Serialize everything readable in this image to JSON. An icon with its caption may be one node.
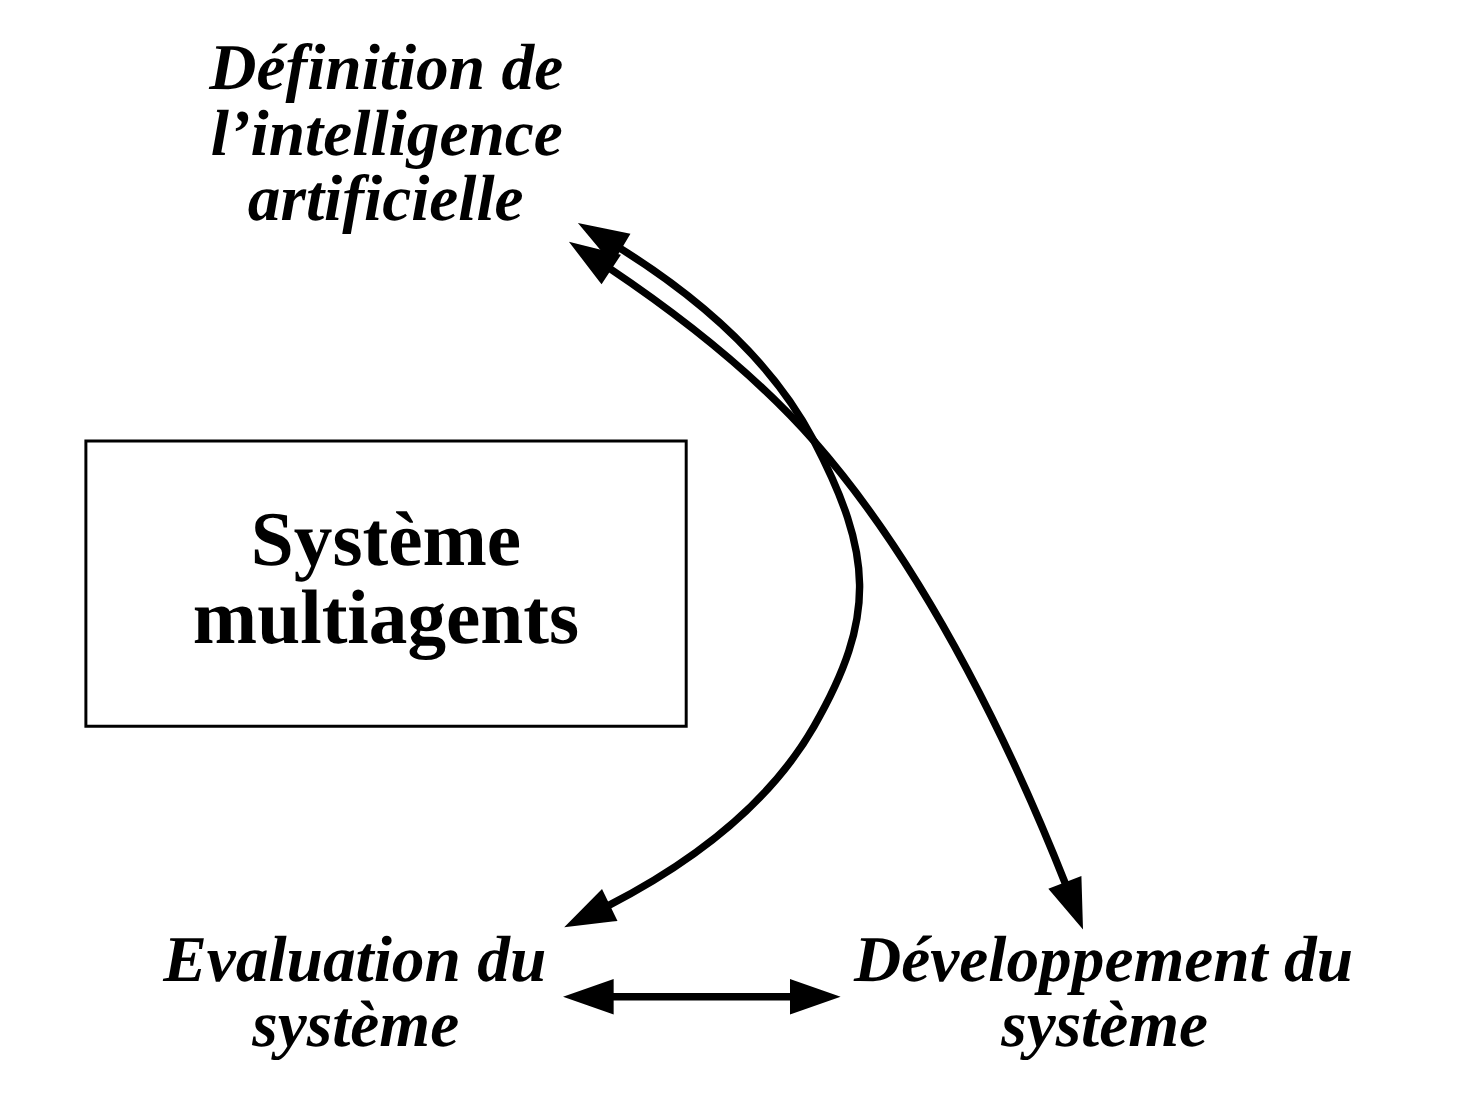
{
  "diagram": {
    "nodes": [
      {
        "text": [
          "Définition de l’intelligence artificielle"
        ]
      },
      {
        "text": [
          "Système multiagents"
        ]
      },
      {
        "text": [
          "Evaluation du système"
        ]
      },
      {
        "text": [
          "Développement du système"
        ]
      }
    ],
    "edges": [
      {
        "from": 0,
        "to": 3,
        "arrow": "both"
      },
      {
        "from": 3,
        "to": 2,
        "arrow": "both"
      },
      {
        "from": 2,
        "to": 0,
        "arrow": "both"
      }
    ]
  }
}
